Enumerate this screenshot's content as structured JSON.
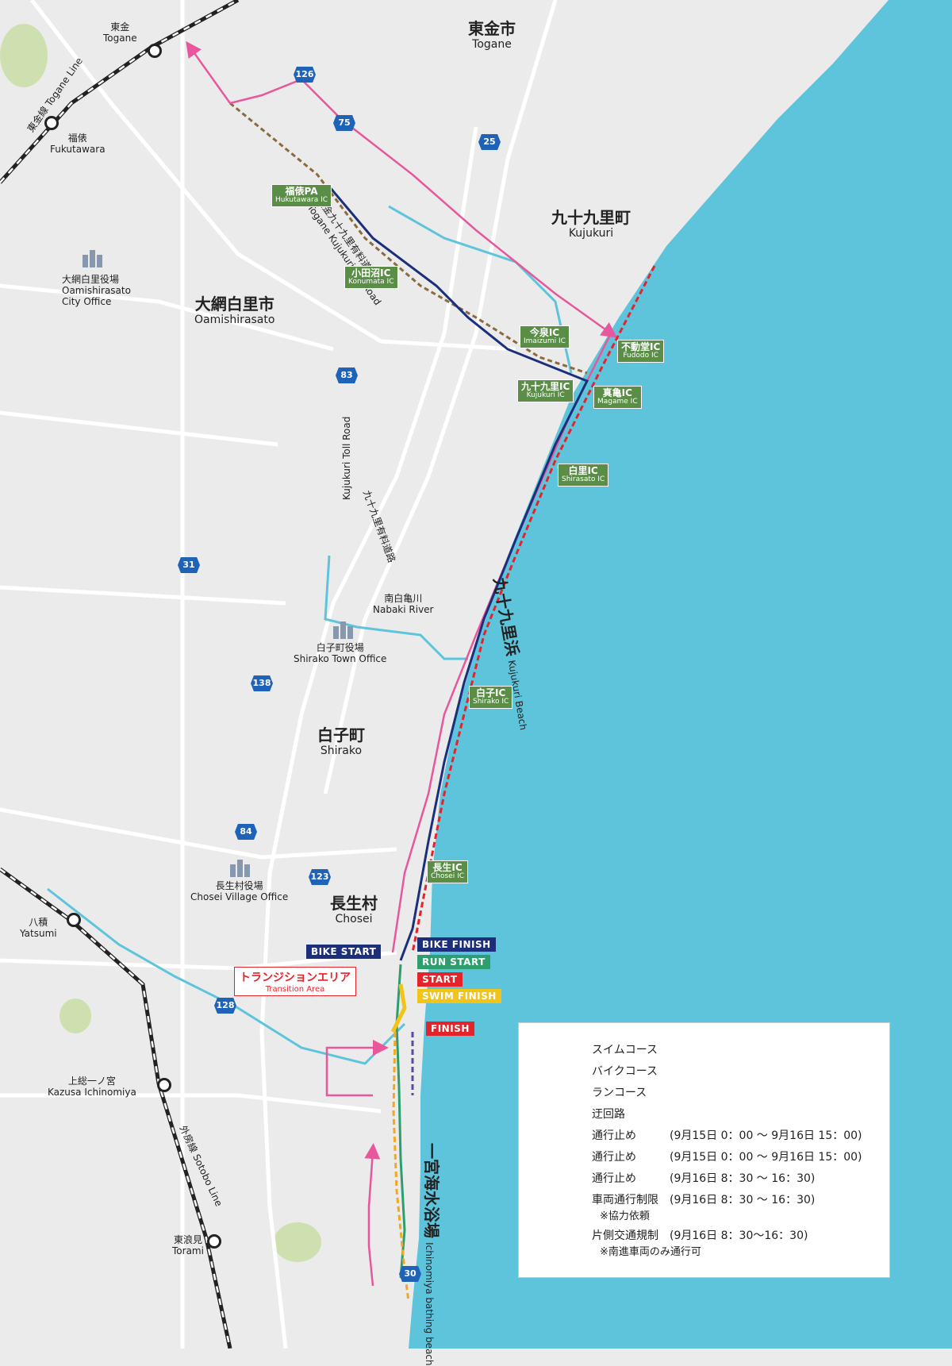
{
  "cities": [
    {
      "jp": "東金市",
      "en": "Togane"
    },
    {
      "jp": "九十九里町",
      "en": "Kujukuri"
    },
    {
      "jp": "大網白里市",
      "en": "Oamishirasato"
    },
    {
      "jp": "白子町",
      "en": "Shirako"
    },
    {
      "jp": "長生村",
      "en": "Chosei"
    }
  ],
  "stations": [
    {
      "jp": "東金",
      "en": "Togane"
    },
    {
      "jp": "福俵",
      "en": "Fukutawara"
    },
    {
      "jp": "八積",
      "en": "Yatsumi"
    },
    {
      "jp": "上総一ノ宮",
      "en": "Kazusa Ichinomiya"
    },
    {
      "jp": "東浪見",
      "en": "Torami"
    }
  ],
  "rail_lines": [
    {
      "jp": "東金線",
      "en": "Togane Line"
    },
    {
      "jp": "外房線",
      "en": "Sotobo Line"
    }
  ],
  "offices": [
    {
      "jp": "大網白里役場",
      "en": "Oamishirasato",
      "en2": "City Office"
    },
    {
      "jp": "白子町役場",
      "en": "Shirako Town Office"
    },
    {
      "jp": "長生村役場",
      "en": "Chosei Village Office"
    }
  ],
  "toll_roads": [
    {
      "jp": "東金九十九里有料道路",
      "en": "Togane Kujukuri Toll Road"
    },
    {
      "jp": "九十九里有料道路",
      "en": "Kujukuri Toll Road"
    }
  ],
  "water": {
    "river": {
      "jp": "南白亀川",
      "en": "Nabaki River"
    },
    "beach": {
      "jp": "九十九里浜",
      "en": "Kujukuri Beach"
    },
    "bathing_beach": {
      "jp": "一宮海水浴場",
      "en": "Ichinomiya bathing beach"
    }
  },
  "interchanges": [
    {
      "jp": "福俵PA",
      "en": "Hukutawara IC"
    },
    {
      "jp": "小田沼IC",
      "en": "Konumata IC"
    },
    {
      "jp": "今泉IC",
      "en": "Imaizumi IC"
    },
    {
      "jp": "不動堂IC",
      "en": "Fudodo IC"
    },
    {
      "jp": "九十九里IC",
      "en": "Kujukuri IC"
    },
    {
      "jp": "真亀IC",
      "en": "Magame IC"
    },
    {
      "jp": "白里IC",
      "en": "Shirasato IC"
    },
    {
      "jp": "白子IC",
      "en": "Shirako IC"
    },
    {
      "jp": "長生IC",
      "en": "Chosei IC"
    }
  ],
  "route_numbers": [
    "126",
    "75",
    "25",
    "83",
    "31",
    "138",
    "84",
    "123",
    "128",
    "30"
  ],
  "course_tags": {
    "bike_start": "BIKE START",
    "bike_finish": "BIKE FINISH",
    "run_start": "RUN START",
    "start": "START",
    "swim_finish": "SWIM FINISH",
    "finish": "FINISH"
  },
  "transition": {
    "jp": "トランジションエリア",
    "en": "Transition Area"
  },
  "legend": {
    "swim": "スイムコース",
    "bike": "バイクコース",
    "run": "ランコース",
    "detour": "迂回路",
    "closure_red": {
      "label": "通行止め",
      "period": "(9月15日 0：00 ～ 9月16日 15：00)"
    },
    "closure_brown": {
      "label": "通行止め",
      "period": "(9月15日 0：00 ～ 9月16日 15：00)"
    },
    "closure_purple": {
      "label": "通行止め",
      "period": "(9月16日 8：30 ～ 16：30)"
    },
    "restriction": {
      "label": "車両通行制限",
      "period": "(9月16日 8：30 ～ 16：30)",
      "note": "※協力依頼"
    },
    "one_side": {
      "label": "片側交通規制",
      "period": "(9月16日 8：30～16：30)",
      "note": "※南進車両のみ通行可"
    }
  },
  "colors": {
    "sea": "#5ec4dc",
    "land": "#ebebeb",
    "swim": "#f0c419",
    "bike": "#1b2f7a",
    "run": "#2f9e6f",
    "detour": "#e8579b",
    "closure_red": "#e3242b",
    "closure_brown": "#8b6b3e",
    "closure_purple": "#5b4a9e",
    "restriction": "#c9a3d6",
    "one_side": "#f5a623",
    "interchange": "#5a8e47",
    "route_shield": "#1f63b8"
  }
}
